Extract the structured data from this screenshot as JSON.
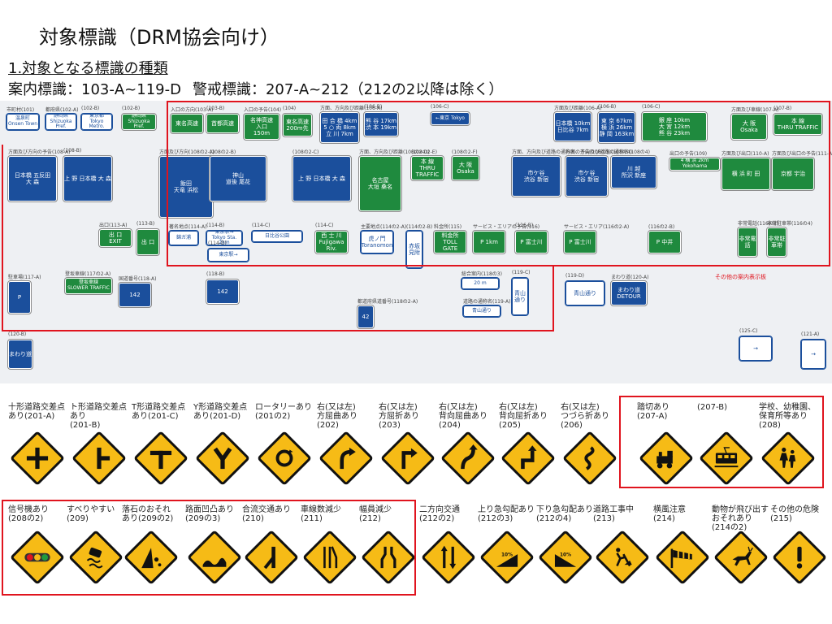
{
  "header": {
    "title": "対象標識（DRM協会向け）",
    "section": "1.対象となる標識の種類",
    "guide_range": "案内標識：103-A~119-D",
    "warning_range": "警戒標識：207-A~212（212の2以降は除く）"
  },
  "guide_signs": {
    "other_label": "その他の案内表示板",
    "items": [
      {
        "code": "市町村(101)",
        "lines": "温泉町\nOnsen Town",
        "color": "white"
      },
      {
        "code": "都府県(102-A)",
        "lines": "静岡県\nShizuoka Pref.",
        "color": "white"
      },
      {
        "code": "(102-B)",
        "lines": "東京都\nTokyo Metro.",
        "color": "white"
      },
      {
        "code": "(102-B)",
        "lines": "静岡県\nShizuoka Pref.",
        "color": "green"
      },
      {
        "code": "入口の方向(103-A)",
        "lines": "東名高速",
        "color": "green"
      },
      {
        "code": "(103-B)",
        "lines": "首都高速",
        "color": "green"
      },
      {
        "code": "入口の予告(104)",
        "lines": "名神高速\n入口\n150m",
        "color": "green"
      },
      {
        "code": "(104)",
        "lines": "東名高速\n200m先",
        "color": "green"
      },
      {
        "code": "方面、方向及び距離(106-A)",
        "lines": "田 合 橋 4km\n5 ○ 両 8km\n立 川 7km",
        "color": "blue"
      },
      {
        "code": "(106-B)",
        "lines": "熊 谷 17km\n渋 本 19km",
        "color": "blue"
      },
      {
        "code": "(106-C)",
        "lines": "←東京 Tokyo",
        "color": "blue"
      },
      {
        "code": "方面及び距離(106-A)",
        "lines": "日本橋 10km\n日比谷 7km",
        "color": "blue"
      },
      {
        "code": "(106-B)",
        "lines": "東 京 67km\n横 浜 26km\n静 岡 163km",
        "color": "blue"
      },
      {
        "code": "(106-C)",
        "lines": "銀 座 10km\n大 宮 12km\n熊 谷 23km",
        "color": "green"
      },
      {
        "code": "方面及び車線(107-A)",
        "lines": "大 阪\nOsaka",
        "color": "green"
      },
      {
        "code": "(107-B)",
        "lines": "本 線\nTHRU TRAFFIC",
        "color": "green"
      },
      {
        "code": "方面及び方向の予告(108-A)",
        "lines": "日本橋 五反田\n大 森",
        "color": "blue"
      },
      {
        "code": "(108-B)",
        "lines": "上 野 日本橋 大 森",
        "color": "blue"
      },
      {
        "code": "方面及び方向(108の2-A)",
        "lines": "飯田\n天竜 浜松",
        "color": "blue"
      },
      {
        "code": "(108の2-B)",
        "lines": "神山\n道後 尾花",
        "color": "blue"
      },
      {
        "code": "(108の2-C)",
        "lines": "上 野 日本橋 大 森",
        "color": "blue"
      },
      {
        "code": "方面、方向及び距離(108の2-D)",
        "lines": "名古屋\n大垣 桑名",
        "color": "green"
      },
      {
        "code": "(108の2-E)",
        "lines": "本 線\nTHRU TRAFFIC",
        "color": "green"
      },
      {
        "code": "(108の2-F)",
        "lines": "大 阪\nOsaka",
        "color": "green"
      },
      {
        "code": "方面、方向及び道路の通称名の予告(108の3)",
        "lines": "市ケ谷\n渋谷 新宿",
        "color": "blue"
      },
      {
        "code": "方面、方向及び道路の通称名(108の4)",
        "lines": "市ケ谷\n渋谷 新宿",
        "color": "blue"
      },
      {
        "code": "(108の4)",
        "lines": "川 越\n所沢 新座",
        "color": "blue"
      },
      {
        "code": "出口の予告(109)",
        "lines": "4 横 浜 2km\nYokohama",
        "color": "green"
      },
      {
        "code": "方面及び出口(110-A)",
        "lines": "横 浜 町 田",
        "color": "green"
      },
      {
        "code": "方面及び出口の予告(111-A)",
        "lines": "京都 宇治",
        "color": "green"
      },
      {
        "code": "出口(113-A)",
        "lines": "出 口\nEXIT",
        "color": "green"
      },
      {
        "code": "(113-B)",
        "lines": "出 口",
        "color": "green"
      },
      {
        "code": "著名地点(114-A)",
        "lines": "錦ガ浦",
        "color": "white"
      },
      {
        "code": "(114-B)",
        "lines": "東京駅→\nTokyo Sta. 2km",
        "color": "white"
      },
      {
        "code": "(114-C)",
        "lines": "日比谷公園",
        "color": "white"
      },
      {
        "code": "(114-D)",
        "lines": "東京駅→",
        "color": "white"
      },
      {
        "code": "(114-C)",
        "lines": "西 士 川\nFujigawa Riv.",
        "color": "green"
      },
      {
        "code": "主要地点(114の2-A)",
        "lines": "虎ノ門\nToranomon",
        "color": "white"
      },
      {
        "code": "(114の2-B)",
        "lines": "赤坂見附",
        "color": "white"
      },
      {
        "code": "料金所(115)",
        "lines": "料金所\nTOLL GATE",
        "color": "green"
      },
      {
        "code": "サービス・エリアの予告(116)",
        "lines": "P 1km",
        "color": "green"
      },
      {
        "code": "(116-B)",
        "lines": "P 富士川",
        "color": "green"
      },
      {
        "code": "サービス・エリア(116の2-A)",
        "lines": "P 富士川",
        "color": "green"
      },
      {
        "code": "(116の2-B)",
        "lines": "P 中井",
        "color": "green"
      },
      {
        "code": "非常電話(116の3)",
        "lines": "非常電話",
        "color": "green"
      },
      {
        "code": "非常駐車帯(116の4)",
        "lines": "非常駐車帯",
        "color": "green"
      },
      {
        "code": "駐車場(117-A)",
        "lines": "P",
        "color": "blue"
      },
      {
        "code": "登坂車線(117の2-A)",
        "lines": "登坂車線\nSLOWER TRAFFIC",
        "color": "green"
      },
      {
        "code": "国道番号(118-A)",
        "lines": "142",
        "color": "blue"
      },
      {
        "code": "(118-B)",
        "lines": "142",
        "color": "blue"
      },
      {
        "code": "都道府県道番号(118の2-A)",
        "lines": "42",
        "color": "blue"
      },
      {
        "code": "総合案内(118の3)",
        "lines": "20 m",
        "color": "white"
      },
      {
        "code": "道路の通称名(119-A)",
        "lines": "青山通り",
        "color": "white"
      },
      {
        "code": "(119-C)",
        "lines": "青山通り",
        "color": "white"
      },
      {
        "code": "(119-D)",
        "lines": "青山通り",
        "color": "white"
      },
      {
        "code": "まわり道(120-A)",
        "lines": "まわり道\nDETOUR",
        "color": "blue"
      },
      {
        "code": "(120-B)",
        "lines": "まわり道",
        "color": "blue"
      },
      {
        "code": "(121-A)",
        "lines": "→",
        "color": "white"
      },
      {
        "code": "(125-C)",
        "lines": "→",
        "color": "white"
      }
    ]
  },
  "warning_signs": [
    {
      "label": "十形道路交差点\nあり(201-A)",
      "icon": "cross-junction-icon"
    },
    {
      "label": "ト形道路交差点\nあり\n(201-B)",
      "icon": "t-side-junction-icon"
    },
    {
      "label": "T形道路交差点\nあり(201-C)",
      "icon": "t-junction-icon"
    },
    {
      "label": "Y形道路交差点\nあり(201-D)",
      "icon": "y-junction-icon"
    },
    {
      "label": "ロータリーあり\n(201の2)",
      "icon": "roundabout-icon"
    },
    {
      "label": "右(又は左)\n方屈曲あり\n(202)",
      "icon": "curve-right-icon"
    },
    {
      "label": "右(又は左)\n方屈折あり\n(203)",
      "icon": "turn-right-icon"
    },
    {
      "label": "右(又は左)\n背向屈曲あり\n(204)",
      "icon": "reverse-curve-icon"
    },
    {
      "label": "右(又は左)\n背向屈折あり\n(205)",
      "icon": "reverse-turn-icon"
    },
    {
      "label": "右(又は左)\nつづら折あり\n(206)",
      "icon": "winding-road-icon"
    },
    {
      "label": "踏切あり\n(207-A)",
      "icon": "steam-train-icon"
    },
    {
      "label": "(207-B)",
      "icon": "tram-icon"
    },
    {
      "label": "学校、幼稚園、\n保育所等あり\n(208)",
      "icon": "children-icon"
    },
    {
      "label": "信号機あり\n(208の2)",
      "icon": "traffic-signal-icon"
    },
    {
      "label": "すべりやすい\n(209)",
      "icon": "slippery-icon"
    },
    {
      "label": "落石のおそれ\nあり(209の2)",
      "icon": "falling-rocks-icon"
    },
    {
      "label": "路面凹凸あり\n(209の3)",
      "icon": "bumpy-road-icon"
    },
    {
      "label": "合流交通あり\n(210)",
      "icon": "merge-icon"
    },
    {
      "label": "車線数減少\n(211)",
      "icon": "lane-reduction-icon"
    },
    {
      "label": "幅員減少\n(212)",
      "icon": "road-narrows-icon"
    },
    {
      "label": "二方向交通\n(212の2)",
      "icon": "two-way-icon"
    },
    {
      "label": "上り急勾配あり\n(212の3)",
      "icon": "steep-ascent-icon",
      "text": "10%"
    },
    {
      "label": "下り急勾配あり\n(212の4)",
      "icon": "steep-descent-icon",
      "text": "10%"
    },
    {
      "label": "道路工事中\n(213)",
      "icon": "road-works-icon"
    },
    {
      "label": "横風注意\n(214)",
      "icon": "crosswind-icon"
    },
    {
      "label": "動物が飛び出す\nおそれあり\n(214の2)",
      "icon": "animal-crossing-icon"
    },
    {
      "label": "その他の危険\n(215)",
      "icon": "danger-icon"
    }
  ],
  "colors": {
    "highlight": "#e0141e",
    "guide_blue": "#1b4f9c",
    "guide_green": "#1f8a3e",
    "warning_yellow": "#f6bb16"
  }
}
